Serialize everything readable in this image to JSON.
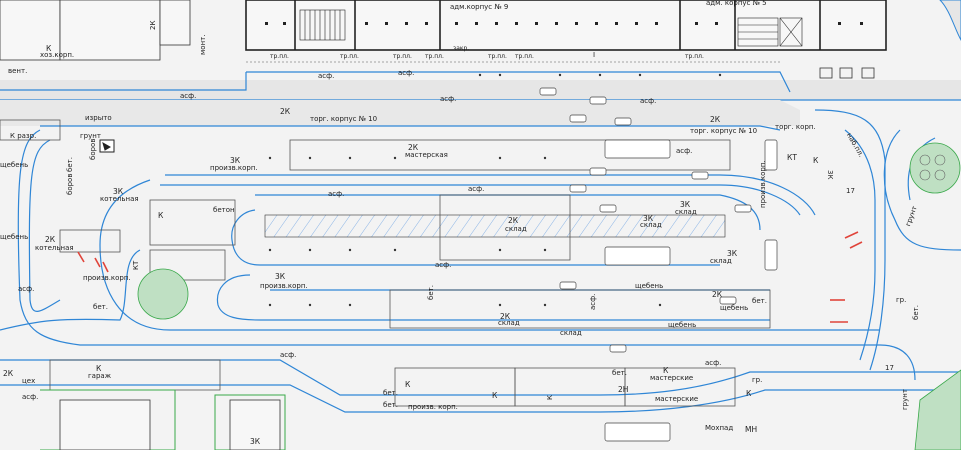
{
  "colors": {
    "road_fill": "#e6e6e6",
    "road_outline": "#2f86d6",
    "building_outline": "#222222",
    "green": "#bfe0c3",
    "lawn_outline": "#39a84a",
    "hatch": "#8ab4e6",
    "crosswalk": "#e0443a"
  },
  "icons": [
    "tree-icon",
    "vehicle-icon",
    "entrance-arrow-icon",
    "stairs-icon"
  ],
  "labels": {
    "adm9": "адм.корпус № 9",
    "adm5": "адм. корпус № 5",
    "torg10_top": "торг. корпус № 10",
    "torg10_right": "торг. корпус № 10",
    "torg_korp": "торг. корп.",
    "masterskaya": "мастерская",
    "proizv_korp_1": "произв.корп.",
    "proizv_korp_2": "произв.корп.",
    "proizv_korp_3": "произв.корп.",
    "proizv_korp_4": "произв.корп.",
    "proizv_korp_5": "произв. корп.",
    "kotelnaya_1": "котельная",
    "kotelnaya_2": "котельная",
    "sklad_1": "склад",
    "sklad_2": "склад",
    "sklad_3": "склад",
    "sklad_4": "склад",
    "sklad_5": "склад",
    "masterskie_1": "мастерские",
    "masterskie_2": "мастерские",
    "garazh": "гараж",
    "tseh": "цех",
    "hoz_korp": "хоз.корп.",
    "beton": "бетон",
    "izryto": "изрыто",
    "grunt_1": "грунт",
    "grunt_2": "грунт",
    "grunt_3": "грунт",
    "shcheben_1": "щебень",
    "shcheben_2": "щебень",
    "shcheben_3": "щебень",
    "shcheben_4": "щебень",
    "shcheben_5": "щебень",
    "bet_1": "бет.",
    "bet_2": "бет.",
    "bet_3": "бет.",
    "bet_4": "бет.",
    "bet_5": "бет.",
    "bet_6": "бет.",
    "bet_7": "бет.",
    "asf_1": "асф.",
    "asf_2": "асф.",
    "asf_3": "асф.",
    "asf_4": "асф.",
    "asf_5": "асф.",
    "asf_6": "асф.",
    "asf_7": "асф.",
    "asf_8": "асф.",
    "asf_9": "асф.",
    "asf_10": "асф.",
    "asf_11": "асф.",
    "asf_12": "асф.",
    "asf_13": "асф.",
    "trpl_1": "тр.пл.",
    "trpl_2": "тр.пл.",
    "trpl_3": "тр.пл.",
    "trpl_4": "тр.пл.",
    "trpl_5": "тр.пл.",
    "trpl_6": "тр.пл.",
    "trpl_7": "тр.пл.",
    "zakr": "закр.",
    "nab_pl": "наб.пл.",
    "k_razr": "К разр.",
    "vent": "вент.",
    "boroy": "боров",
    "mont": "монт.",
    "k2_1": "2К",
    "k2_2": "2К",
    "k2_3": "2К",
    "k2_4": "2К",
    "k2_5": "2К",
    "k2_6": "2К",
    "k2_7": "2К",
    "k2_8": "2К",
    "k2_9": "2К",
    "k3_1": "3К",
    "k3_2": "3К",
    "k3_3": "3К",
    "k3_4": "3К",
    "k3_5": "3К",
    "k3_6": "3К",
    "k3_7": "3К",
    "k_1": "К",
    "k_2": "К",
    "k_3": "К",
    "k_4": "К",
    "k_5": "К",
    "k_6": "К",
    "k_7": "К",
    "k_8": "К",
    "mn_1": "МН",
    "mn_2": "2Н",
    "kt": "КТ",
    "gr": "гр.",
    "mokhlad": "Мохпад",
    "num_17_1": "17",
    "num_17_2": "17",
    "i_mark": "I"
  }
}
